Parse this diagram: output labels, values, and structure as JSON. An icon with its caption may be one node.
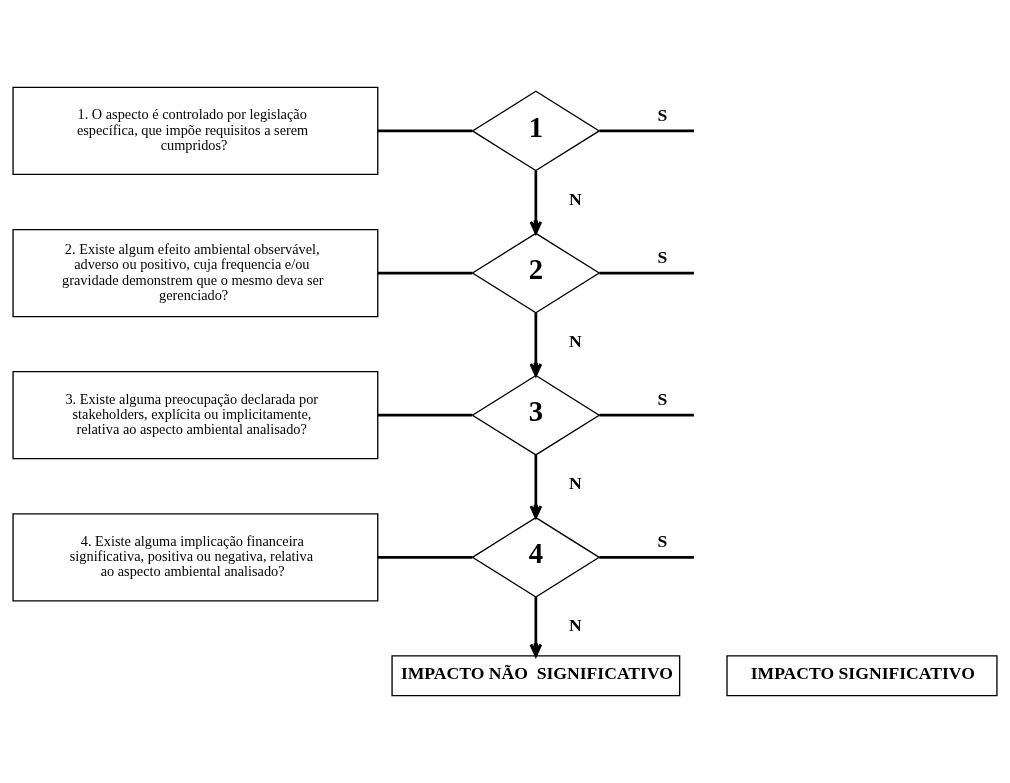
{
  "diagram": {
    "nodes": [
      {
        "text": [
          "1. O aspecto é controlado por legislação específica, que impõe requisitos a serem cumpridos?"
        ]
      },
      {
        "text": [
          "1"
        ]
      },
      {
        "text": [
          "2. Existe algum efeito ambiental observável, adverso ou positivo, cuja frequencia e/ou gravidade demonstrem que o mesmo deva ser gerenciado?"
        ]
      },
      {
        "text": [
          "2"
        ]
      },
      {
        "text": [
          "3. Existe alguma preocupação declarada por stakeholders, explícita ou implicitamente, relativa ao aspecto ambiental analisado?"
        ]
      },
      {
        "text": [
          "3"
        ]
      },
      {
        "text": [
          "4. Existe alguma implicação financeira significativa, positiva ou negativa, relativa ao aspecto ambiental analisado?"
        ]
      },
      {
        "text": [
          "4"
        ]
      },
      {
        "text": [
          "IMPACTO NÃO  SIGNIFICATIVO"
        ]
      },
      {
        "text": [
          "IMPACTO SIGNIFICATIVO"
        ]
      }
    ],
    "edges": [
      {
        "from": 0,
        "to": 1,
        "arrow": "none"
      },
      {
        "from": 1,
        "to": null,
        "arrow": "none",
        "label": "S"
      },
      {
        "from": 1,
        "to": 3,
        "arrow": "to",
        "label": "N"
      },
      {
        "from": 2,
        "to": 3,
        "arrow": "none"
      },
      {
        "from": 3,
        "to": null,
        "arrow": "none",
        "label": "S"
      },
      {
        "from": 3,
        "to": 5,
        "arrow": "to",
        "label": "N"
      },
      {
        "from": 4,
        "to": 5,
        "arrow": "none"
      },
      {
        "from": 5,
        "to": null,
        "arrow": "none",
        "label": "S"
      },
      {
        "from": 5,
        "to": 7,
        "arrow": "to",
        "label": "N"
      },
      {
        "from": 6,
        "to": 7,
        "arrow": "none"
      },
      {
        "from": 7,
        "to": null,
        "arrow": "none",
        "label": "S"
      },
      {
        "from": 7,
        "to": 8,
        "arrow": "to",
        "label": "N"
      }
    ]
  }
}
